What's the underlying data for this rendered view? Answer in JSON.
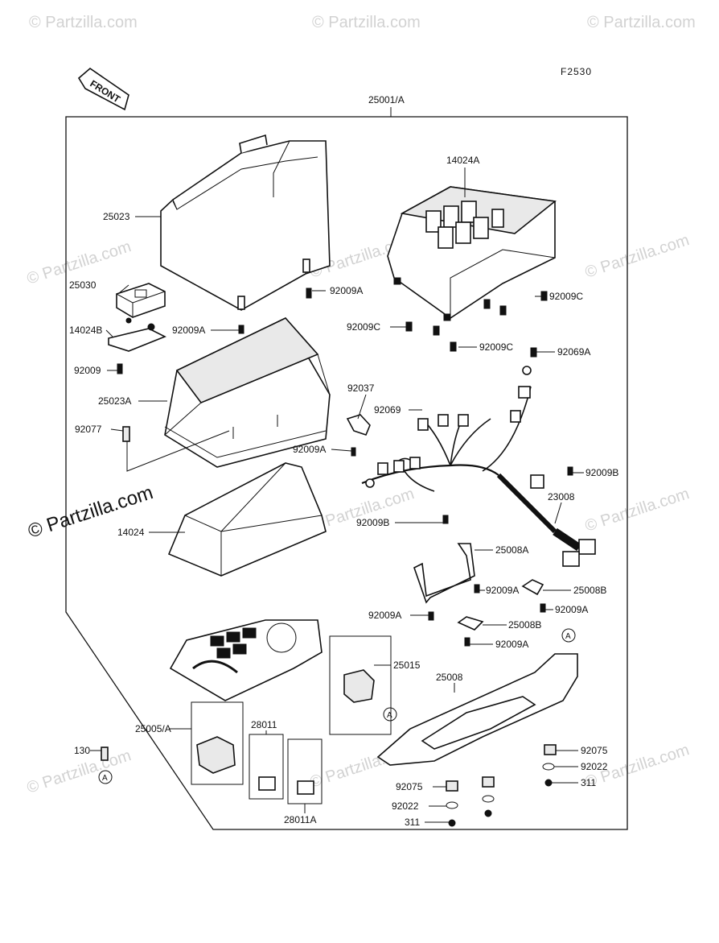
{
  "diagram": {
    "code": "F2530",
    "front_label": "FRONT",
    "assembly": "25001/A",
    "watermark": "© Partzilla.com",
    "parts": {
      "p14024A": "14024A",
      "p25023": "25023",
      "p25030": "25030",
      "p92009A_1": "92009A",
      "p92009C_1": "92009C",
      "p14024B": "14024B",
      "p92009A_2": "92009A",
      "p92009C_2": "92009C",
      "p92009C_3": "92009C",
      "p92069A": "92069A",
      "p92009": "92009",
      "p92037": "92037",
      "p92069": "92069",
      "p25023A": "25023A",
      "p92077": "92077",
      "p92009A_3": "92009A",
      "p92009B_1": "92009B",
      "p14024": "14024",
      "p23008": "23008",
      "p92009B_2": "92009B",
      "p25008A": "25008A",
      "p92009A_4": "92009A",
      "p25008B_1": "25008B",
      "p92009A_5": "92009A",
      "p92009A_6": "92009A",
      "p25008B_2": "25008B",
      "p92009A_7": "92009A",
      "p25015": "25015",
      "p25008": "25008",
      "p25005A": "25005/A",
      "p28011": "28011",
      "p130": "130",
      "p92075_1": "92075",
      "p92022_1": "92022",
      "p311_1": "311",
      "p92075_2": "92075",
      "p92022_2": "92022",
      "p311_2": "311",
      "p28011A": "28011A"
    },
    "callout_marker": "A"
  }
}
